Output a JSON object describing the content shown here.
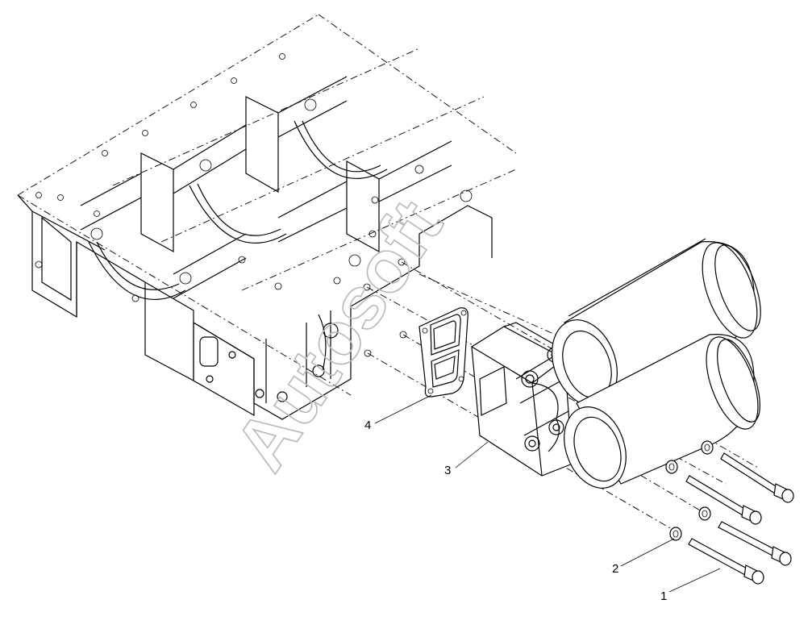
{
  "watermark": "Autosoft",
  "callouts": [
    {
      "id": "1",
      "text": "1"
    },
    {
      "id": "2",
      "text": "2"
    },
    {
      "id": "3",
      "text": "3"
    },
    {
      "id": "4",
      "text": "4"
    }
  ]
}
